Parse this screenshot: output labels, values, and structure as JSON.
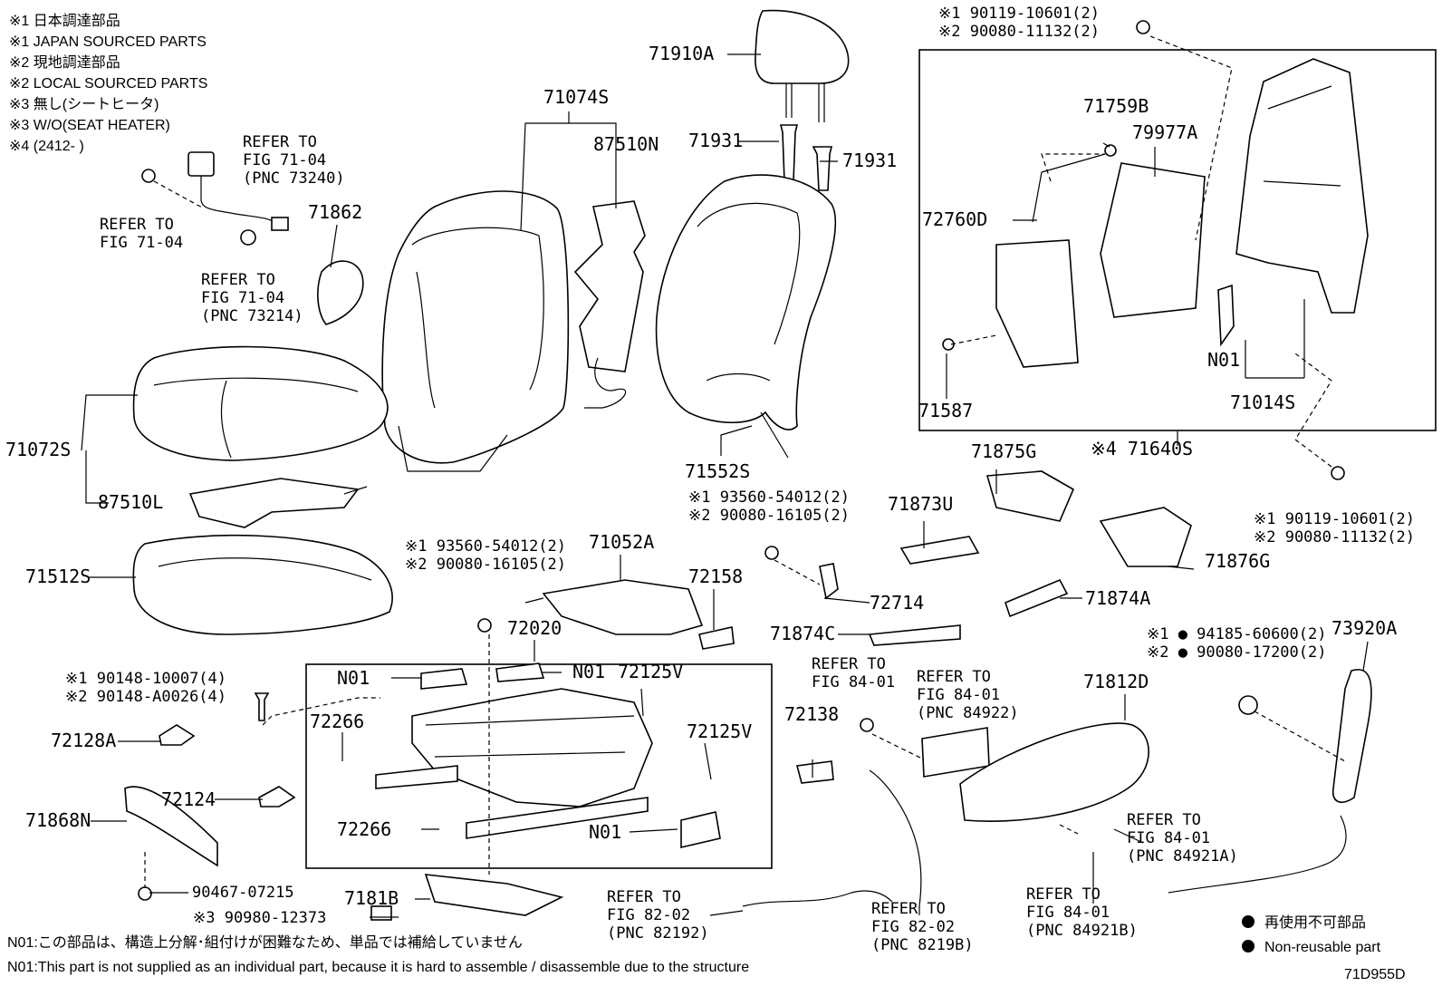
{
  "legend": [
    "※1 日本調達部品",
    "※1 JAPAN SOURCED PARTS",
    "※2 現地調達部品",
    "※2 LOCAL SOURCED PARTS",
    "※3 無し(シートヒータ)",
    "※3 W/O(SEAT HEATER)",
    "※4 (2412-      )"
  ],
  "parts": {
    "p71910A": "71910A",
    "p71074S": "71074S",
    "p87510N": "87510N",
    "p71931a": "71931",
    "p71931b": "71931",
    "p71862": "71862",
    "p71072S": "71072S",
    "p87510L": "87510L",
    "p71552S": "71552S",
    "p71512S": "71512S",
    "p71052A": "71052A",
    "p72158": "72158",
    "p72020": "72020",
    "p72125Va": "72125V",
    "p72125Vb": "72125V",
    "p72266a": "72266",
    "p72266b": "72266",
    "p72128A": "72128A",
    "p72124": "72124",
    "p71868N": "71868N",
    "p7181B": "7181B",
    "p72714": "72714",
    "p71873U": "71873U",
    "p71875G": "71875G",
    "p71876G": "71876G",
    "p71874A": "71874A",
    "p71874C": "71874C",
    "p72138": "72138",
    "p71812D": "71812D",
    "p73920A": "73920A",
    "p71759B": "71759B",
    "p79977A": "79977A",
    "p72760D": "72760D",
    "p71587": "71587",
    "p71014S": "71014S",
    "p71640S": "※4 71640S",
    "n01_a": "N01",
    "n01_b": "N01",
    "n01_c": "N01",
    "n01_d": "N01"
  },
  "codes": {
    "c_top1": "※1 90119-10601(2)",
    "c_top2": "※2 90080-11132(2)",
    "c_right1": "※1 90119-10601(2)",
    "c_right2": "※2 90080-11132(2)",
    "c_mid1": "※1 93560-54012(2)",
    "c_mid2": "※2 90080-16105(2)",
    "c_bolt1": "※1 93560-54012(2)",
    "c_bolt2": "※2 90080-16105(2)",
    "c_screw1": "※1 90148-10007(4)",
    "c_screw2": "※2 90148-A0026(4)",
    "c_clip": "90467-07215",
    "c_heater": "※3 90980-12373",
    "c_nut1": "※1 ● 94185-60600(2)",
    "c_nut2": "※2 ● 90080-17200(2)"
  },
  "refs": {
    "r_belt": [
      "REFER TO",
      "FIG 71-04",
      "(PNC 73240)"
    ],
    "r_anchor": [
      "REFER TO",
      "FIG 71-04"
    ],
    "r_washer": [
      "REFER TO",
      "FIG 71-04",
      "(PNC 73214)"
    ],
    "r_841": [
      "REFER TO",
      "FIG 84-01"
    ],
    "r_84922": [
      "REFER TO",
      "FIG 84-01",
      "(PNC 84922)"
    ],
    "r_84921A": [
      "REFER TO",
      "FIG 84-01",
      "(PNC 84921A)"
    ],
    "r_84921B": [
      "REFER TO",
      "FIG 84-01",
      "(PNC 84921B)"
    ],
    "r_82192": [
      "REFER TO",
      "FIG 82-02",
      "(PNC 82192)"
    ],
    "r_8219B": [
      "REFER TO",
      "FIG 82-02",
      "(PNC 8219B)"
    ]
  },
  "notes": {
    "jp": "N01:この部品は、構造上分解･組付けが困難なため、単品では補給していません",
    "en": "N01:This part is not supplied as an individual part, because it is hard to assemble / disassemble due to the structure"
  },
  "key": {
    "jp": "再使用不可部品",
    "en": "Non-reusable part"
  },
  "figure_id": "71D955D"
}
